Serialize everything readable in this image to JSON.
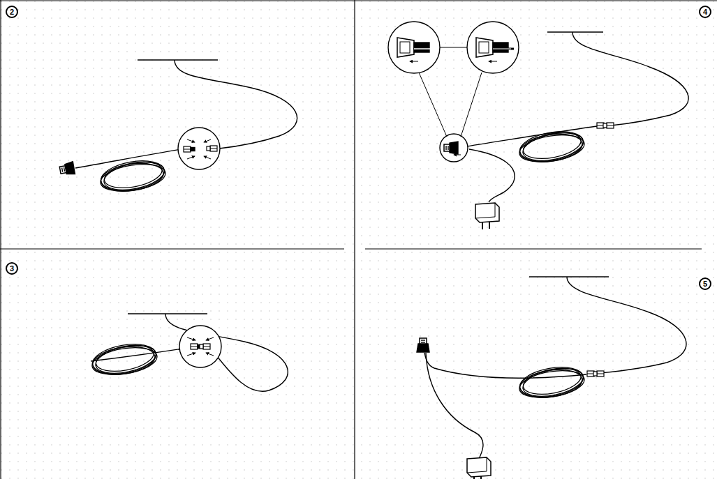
{
  "diagram": {
    "labels": [
      "2",
      "4",
      "3",
      "5"
    ]
  }
}
